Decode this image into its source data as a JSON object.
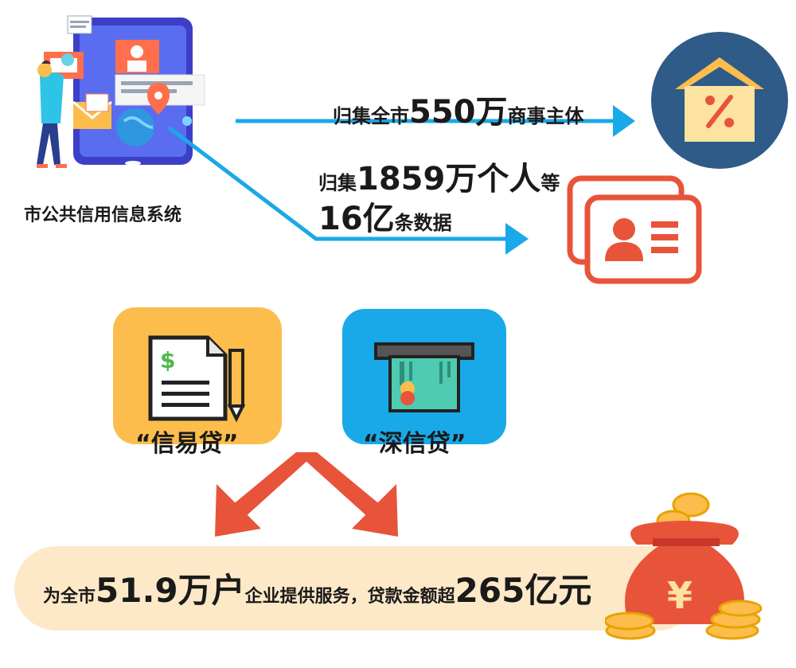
{
  "source": {
    "label": "市公共信用信息系统"
  },
  "flow1": {
    "prefix": "归集全市",
    "number": "550万",
    "suffix": "商事主体"
  },
  "flow2": {
    "prefix": "归集",
    "number": "1859万个人",
    "suffix": "等",
    "number2": "16亿",
    "suffix2": "条数据"
  },
  "products": [
    {
      "label": "“信易贷”",
      "color": "#fdbd4c"
    },
    {
      "label": "“深信贷”",
      "color": "#19a9e8"
    }
  ],
  "summary": {
    "prefix": "为全市",
    "number1": "51.9万户",
    "middle": "企业提供服务，贷款金额超",
    "number2": "265亿元"
  },
  "colors": {
    "arrow_blue": "#19a9e8",
    "arrow_red": "#e8543a",
    "circle": "#2e5b87",
    "id_card": "#e8543a"
  },
  "icons": [
    "phone-network-icon",
    "house-percent-icon",
    "id-card-icon",
    "document-pen-icon",
    "atm-card-icon",
    "money-bag-icon"
  ]
}
